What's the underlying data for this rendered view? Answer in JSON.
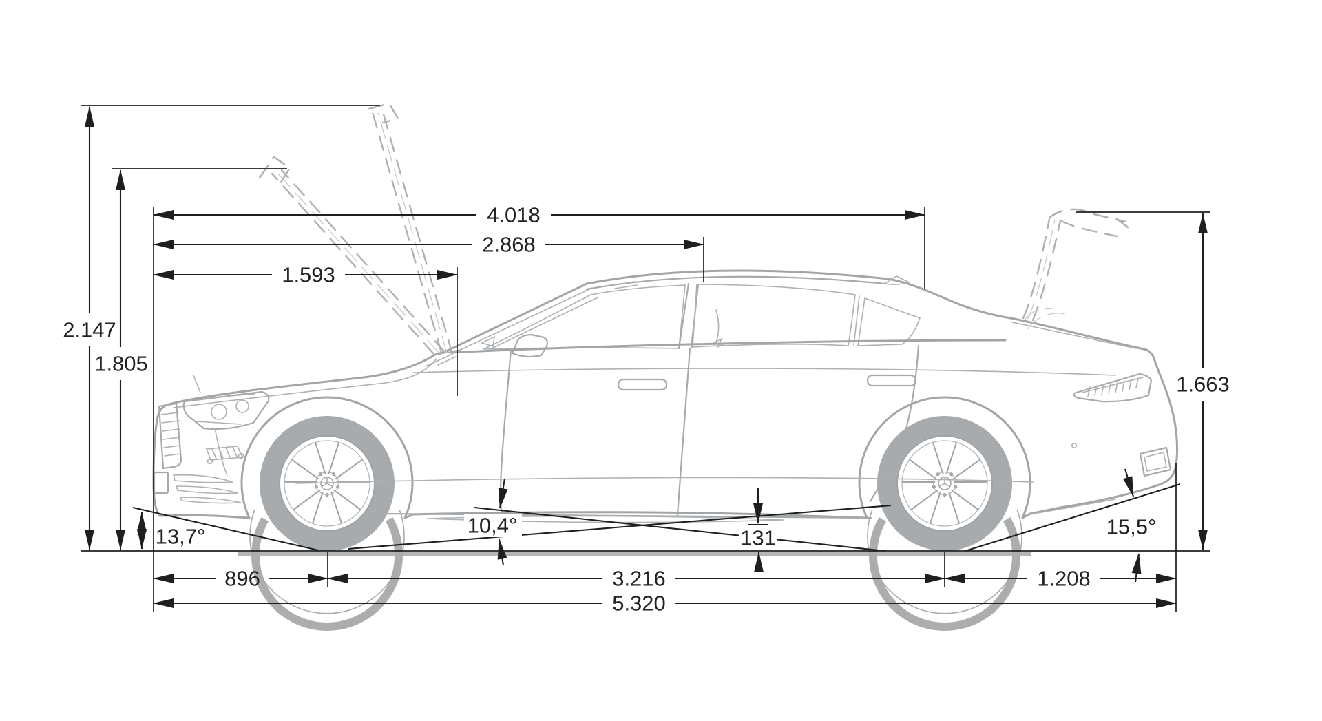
{
  "diagram_title": "vehicle-side-view-dimension-drawing",
  "labels": {
    "height_total": "2.147",
    "height_inner": "1.805",
    "height_rear": "1.663",
    "length_top": "4.018",
    "length_mid": "2.868",
    "length_front": "1.593",
    "front_overhang": "896",
    "wheelbase": "3.216",
    "rear_overhang": "1.208",
    "overall_length": "5.320",
    "approach_angle": "13,7°",
    "breakover_angle": "10,4°",
    "departure_angle": "15,5°",
    "ground_clearance": "131"
  },
  "colors": {
    "line_art": "#a7aaac",
    "dimension": "#1f1f1f",
    "road": "#b3b5b7"
  }
}
